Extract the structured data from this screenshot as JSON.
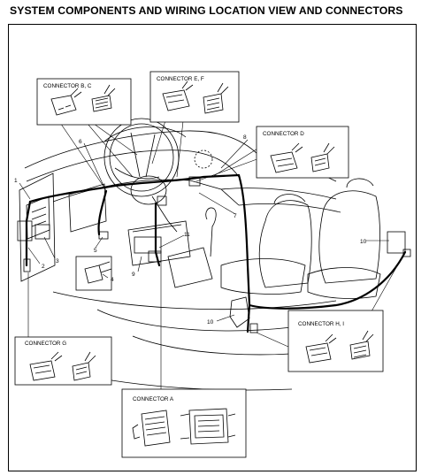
{
  "title": "SYSTEM COMPONENTS AND WIRING LOCATION VIEW AND CONNECTORS",
  "connectors": {
    "bc": "CONNECTOR B, C",
    "ef": "CONNECTOR E, F",
    "d": "CONNECTOR D",
    "g": "CONNECTOR G",
    "hi": "CONNECTOR H, I",
    "a": "CONNECTOR A"
  },
  "callouts": {
    "n1": "1",
    "n2": "2",
    "n3": "3",
    "n4": "4",
    "n5": "5",
    "n6": "6",
    "n7": "7",
    "n8": "8",
    "n9": "9",
    "n10a": "10",
    "n10b": "10",
    "n11": "11"
  }
}
